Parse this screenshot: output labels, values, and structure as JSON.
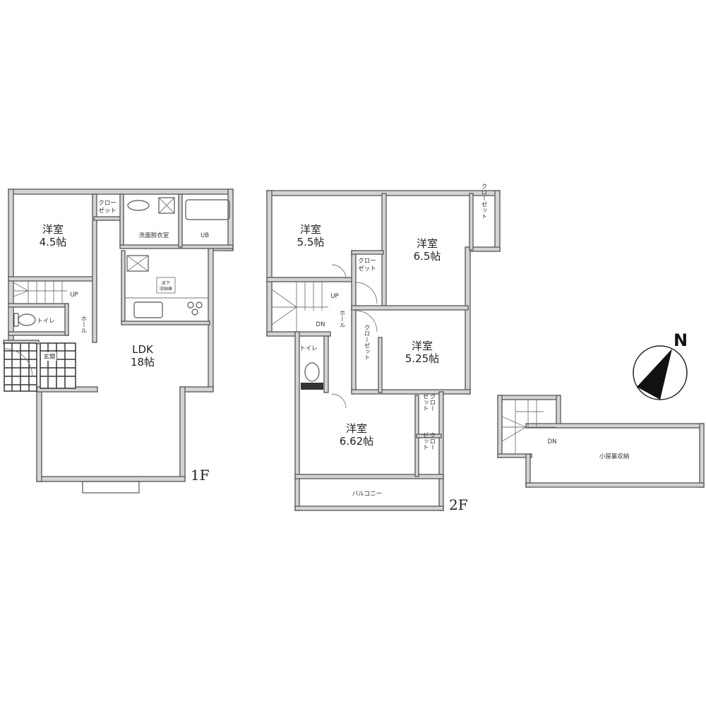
{
  "floor1": {
    "label": "1F",
    "rooms": {
      "bedroom_name": "洋室",
      "bedroom_size": "4.5帖",
      "closet_a": "クロー",
      "closet_b": "ゼット",
      "washroom": "洗面脱衣室",
      "bath": "UB",
      "underfloor_a": "床下",
      "underfloor_b": "収納庫",
      "stairs": "UP",
      "toilet": "トイレ",
      "hall": "ホール",
      "entrance": "玄関",
      "ldk_name": "LDK",
      "ldk_size": "18帖"
    }
  },
  "floor2": {
    "label": "2F",
    "rooms": {
      "r1_name": "洋室",
      "r1_size": "5.5帖",
      "r2_name": "洋室",
      "r2_size": "6.5帖",
      "r3_name": "洋室",
      "r3_size": "5.25帖",
      "r4_name": "洋室",
      "r4_size": "6.62帖",
      "closet": "クローゼット",
      "closet_a": "クロー",
      "closet_b": "ゼット",
      "up": "UP",
      "dn": "DN",
      "hall": "ホール",
      "toilet": "トイレ",
      "balcony": "バルコニー"
    }
  },
  "attic": {
    "dn": "DN",
    "storage": "小屋裏収納"
  },
  "compass": {
    "label": "N"
  }
}
